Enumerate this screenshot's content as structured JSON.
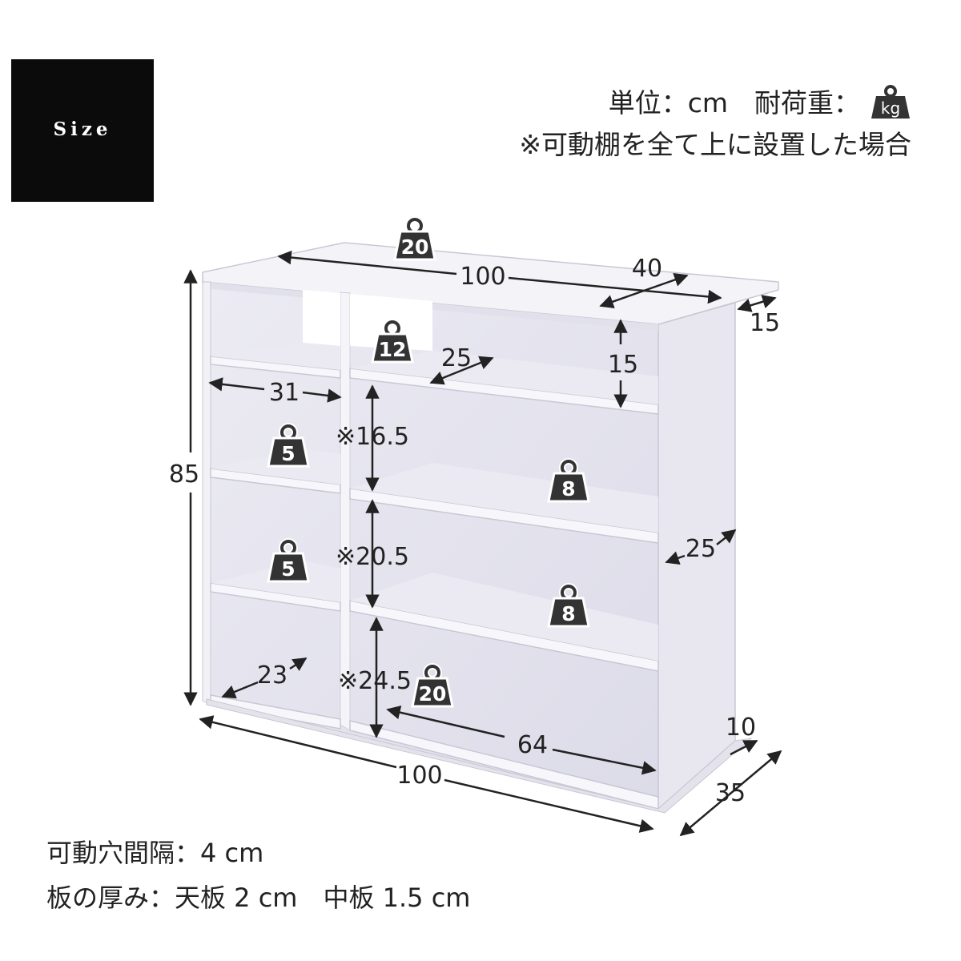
{
  "badge": {
    "label": "Size"
  },
  "notes": {
    "unit_label": "単位：cm　耐荷重：",
    "kg_icon_label": "kg",
    "condition": "※可動棚を全て上に設置した場合"
  },
  "footer": {
    "hole_spacing": "可動穴間隔：4 cm",
    "thickness": "板の厚み：天板 2 cm　中板 1.5 cm"
  },
  "dimensions": {
    "top_width": "100",
    "top_depth": "40",
    "top_overhang": "15",
    "height": "85",
    "upper_shelf_depth": "25",
    "upper_shelf_height": "15",
    "left_inner_width": "31",
    "gap_1": "※16.5",
    "gap_2": "※20.5",
    "gap_3": "※24.5",
    "body_depth": "25",
    "bottom_depth_left": "23",
    "right_inner_width": "64",
    "base_width": "100",
    "base_depth": "35",
    "base_offset": "10"
  },
  "weights": {
    "top": "20",
    "upper_shelf": "12",
    "left_shelf_1": "5",
    "left_shelf_2": "5",
    "right_shelf_1": "8",
    "right_shelf_2": "8",
    "bottom": "20"
  }
}
